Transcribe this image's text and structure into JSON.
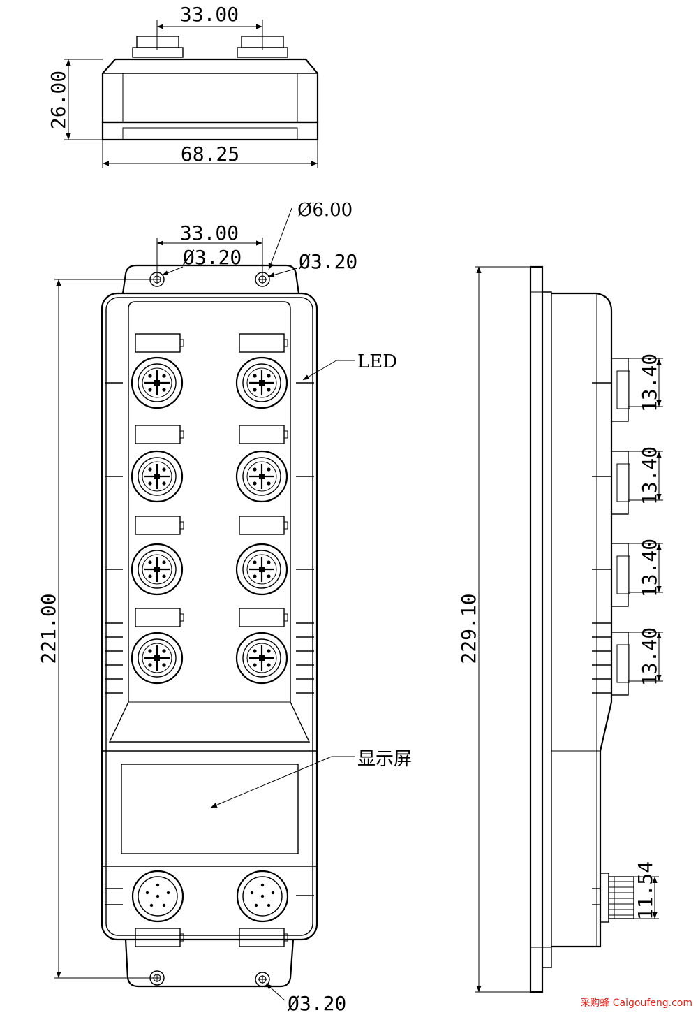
{
  "top_view": {
    "dim_connector_spacing": "33.00",
    "dim_height": "26.00",
    "dim_width": "68.25"
  },
  "front_view": {
    "dim_mount_hole_large": "Ø6.00",
    "dim_connector_spacing": "33.00",
    "dim_hole_top_left": "Ø3.20",
    "dim_hole_top_right": "Ø3.20",
    "dim_hole_bottom": "Ø3.20",
    "dim_overall_length": "221.00",
    "label_led": "LED",
    "label_display": "显示屏",
    "io_port_count": 8,
    "power_port_count": 2
  },
  "side_view": {
    "dim_overall_length": "229.10",
    "dim_port_pitch": [
      "13.40",
      "13.40",
      "13.40",
      "13.40"
    ],
    "dim_power_connector": "11.54"
  },
  "watermark": "采购蜂 Caigoufeng.com"
}
